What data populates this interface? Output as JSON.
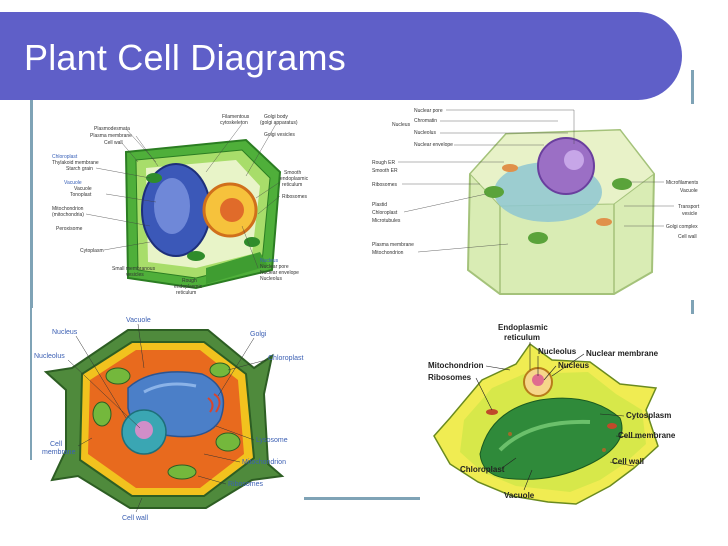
{
  "slide": {
    "title": "Plant Cell Diagrams"
  },
  "diagram1": {
    "labels": {
      "filamentous": "Filamentous",
      "cytoskeleton": "cytoskeleton",
      "golgi_body": "Golgi body",
      "golgi_apparatus": "(golgi apparatus)",
      "golgi_vesicles": "Golgi vesicles",
      "plasmodesmata": "Plasmodesmata",
      "plasma_membrane": "Plasma membrane",
      "cell_wall": "Cell wall",
      "chloroplast": "Chloroplast",
      "thylakoid_membrane": "Thylakoid membrane",
      "starch_grain": "Starch grain",
      "vacuole": "Vacuole",
      "vacuole2": "Vacuole",
      "tonoplast": "Tonoplast",
      "mitochondrion": "Mitochondrion",
      "mitochondrion_paren": "(mitochondria)",
      "peroxisome": "Peroxisome",
      "cytoplasm": "Cytoplasm",
      "small_membranous": "Small membranous",
      "vesicles": "vesicles",
      "rough": "Rough",
      "endoplasmic": "endoplasmic",
      "reticulum": "reticulum",
      "smooth": "Smooth",
      "smooth_er1": "endoplasmic",
      "smooth_er2": "reticulum",
      "ribosomes": "Ribosomes",
      "nucleus": "Nucleus",
      "nuclear_pore": "Nuclear pore",
      "nuclear_envelope": "Nuclear envelope",
      "nucleolus": "Nucleolus"
    }
  },
  "diagram2": {
    "labels": {
      "nuclear_pore": "Nuclear pore",
      "nucleus": "Nucleus",
      "chromatin": "Chromatin",
      "nucleolus": "Nucleolus",
      "nuclear_envelope": "Nuclear envelope",
      "rough_er": "Rough ER",
      "smooth_er": "Smooth ER",
      "ribosomes": "Ribosomes",
      "plastid": "Plastid",
      "chloroplast": "Chloroplast",
      "microtubules": "Microtubules",
      "plasma_membrane": "Plasma membrane",
      "mitochondrion": "Mitochondrion",
      "microfilaments": "Microfilaments",
      "vacuole": "Vacuole",
      "transport": "Transport",
      "vesicle": "vesicle",
      "golgi_complex": "Golgi complex",
      "cell_wall": "Cell wall"
    }
  },
  "diagram3": {
    "labels": {
      "vacuole": "Vacuole",
      "golgi": "Golgi",
      "nucleus": "Nucleus",
      "nucleolus": "Nucleolus",
      "chloroplast": "Chloroplast",
      "cell": "Cell",
      "membrane": "membrane",
      "lysosome": "Lysosome",
      "mitochondrion": "Mitochondrion",
      "ribosomes": "Ribosomes",
      "cell_wall": "Cell wall"
    }
  },
  "diagram4": {
    "labels": {
      "endoplasmic": "Endoplasmic",
      "reticulum": "reticulum",
      "nucleolus": "Nucleolus",
      "nuclear_membrane": "Nuclear membrane",
      "nucleus": "Nucleus",
      "mitochondrion": "Mitochondrion",
      "ribosomes": "Ribosomes",
      "cytosplasm": "Cytosplasm",
      "cell_membrane": "Cell membrane",
      "cell_wall": "Cell wall",
      "chloroplast": "Chloroplast",
      "vacuole": "Vacuole"
    }
  }
}
